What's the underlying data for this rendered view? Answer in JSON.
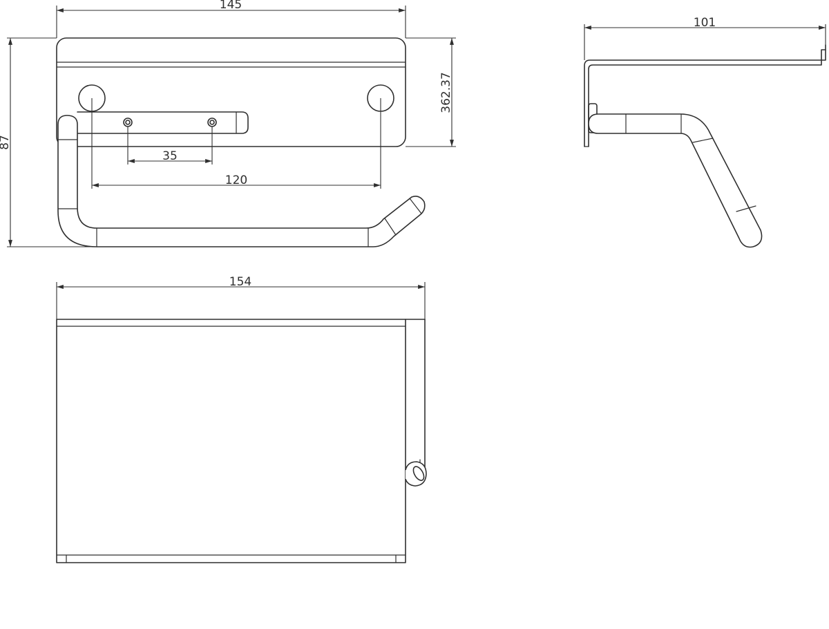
{
  "dimensions": {
    "front_width": "145",
    "total_height": "87",
    "plate_height": "362.37",
    "screw_spacing": "35",
    "mount_spacing": "120",
    "side_depth": "101",
    "top_width": "154"
  },
  "colors": {
    "line": "#2f2f2f",
    "background": "#ffffff"
  }
}
